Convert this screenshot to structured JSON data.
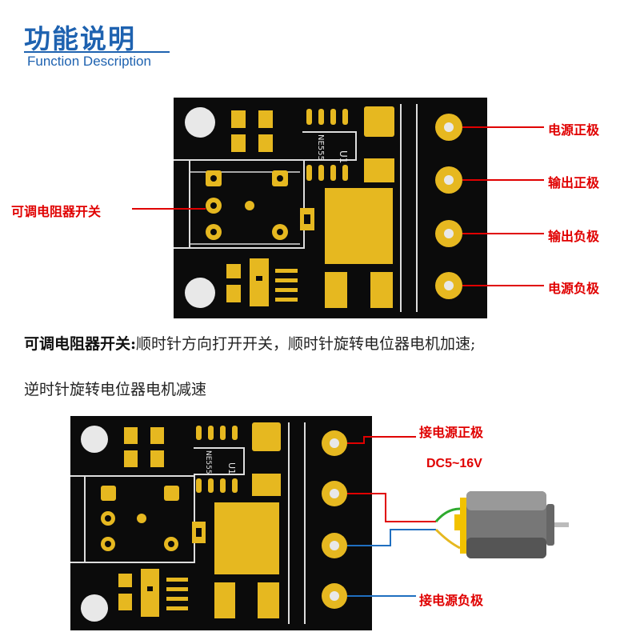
{
  "header": {
    "title": "功能说明",
    "subtitle": "Function Description"
  },
  "board_silk": {
    "chip_label": "U1",
    "chip_part": "NE555"
  },
  "top_labels": {
    "pot_switch": "可调电阻器开关",
    "power_positive": "电源正极",
    "output_positive": "输出正极",
    "output_negative": "输出负极",
    "power_negative": "电源负极"
  },
  "description": {
    "heading": "可调电阻器开关:",
    "line1": "顺时针方向打开开关，顺时针旋转电位器电机加速;",
    "line2": "逆时针旋转电位器电机减速"
  },
  "bottom_labels": {
    "connect_positive": "接电源正极",
    "voltage": "DC5~16V",
    "connect_negative": "接电源负极"
  },
  "colors": {
    "accent_blue": "#1e62b0",
    "label_red": "#e00000",
    "pcb_black": "#0b0b0b",
    "pad_gold": "#e6b820",
    "wire_red": "#e00000",
    "wire_blue": "#1f6fc0"
  }
}
